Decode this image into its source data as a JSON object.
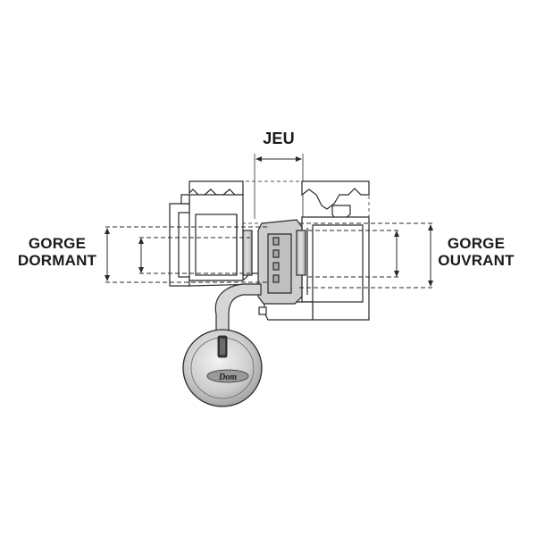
{
  "labels": {
    "jeu": "JEU",
    "gorge_dormant_line1": "GORGE",
    "gorge_dormant_line2": "DORMANT",
    "gorge_ouvrant_line1": "GORGE",
    "gorge_ouvrant_line2": "OUVRANT"
  },
  "lock_brand": "Dom",
  "colors": {
    "line": "#2a2a2a",
    "metal": "#c9c9c9",
    "metal_dark": "#8c8c8c",
    "background": "#ffffff"
  }
}
